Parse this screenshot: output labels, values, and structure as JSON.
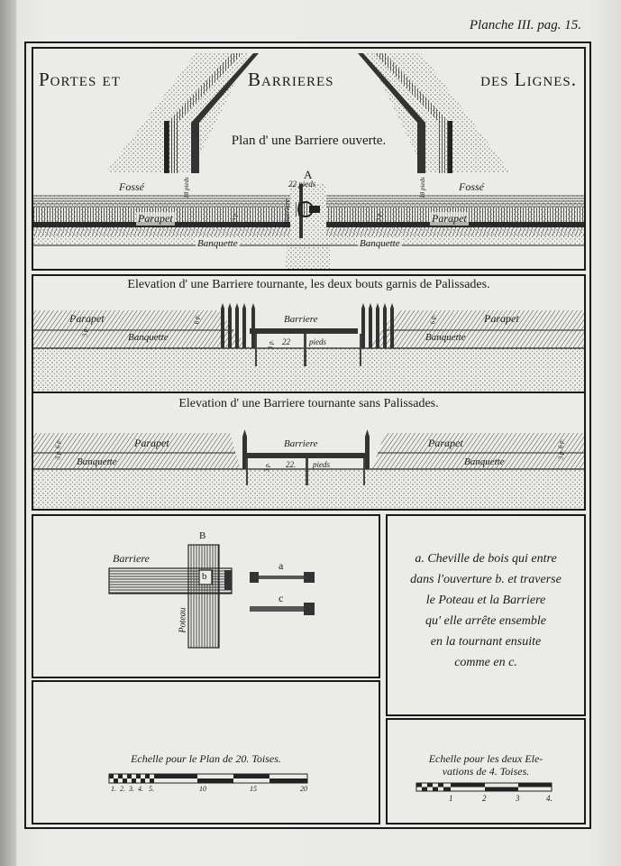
{
  "header": {
    "plate_ref": "Planche III. pag. 15."
  },
  "title": {
    "part1": "Portes et",
    "part2": "Barrieres",
    "part3": "des Lignes."
  },
  "panel1": {
    "subtitle": "Plan d' une Barriere ouverte.",
    "mark_a": "A",
    "width_label": "22 pieds",
    "labels": {
      "fosse_left": "Fossé",
      "fosse_right": "Fossé",
      "parapet_left": "Parapet",
      "parapet_right": "Parapet",
      "banquette_left": "Banquette",
      "banquette_right": "Banquette",
      "barriere_vertical": "Barriere",
      "dim_left": "18 pieds",
      "dim_right": "18 pieds",
      "small_left": "3 p.",
      "small_right": "3 p."
    }
  },
  "panel2": {
    "title": "Elevation d' une Barriere tournante, les deux bouts garnis de Palissades.",
    "labels": {
      "parapet_left": "Parapet",
      "parapet_right": "Parapet",
      "banquette_left": "Banquette",
      "banquette_right": "Banquette",
      "barriere": "Barriere",
      "n22": "22",
      "pieds": "pieds",
      "dim_left_a": "3 p.",
      "dim_left_b": "6 p.",
      "dim_right": "6 p.",
      "small_left": "3 p."
    }
  },
  "panel3": {
    "title": "Elevation d' une Barriere tournante sans Palissades.",
    "labels": {
      "parapet_left": "Parapet",
      "parapet_right": "Parapet",
      "banquette_left": "Banquette",
      "banquette_right": "Banquette",
      "barriere": "Barriere",
      "n22": "22.",
      "pieds": "pieds",
      "dim_left": "3 p. 6 p.",
      "dim_right": "3 p. 6 p.",
      "small": "3 p."
    }
  },
  "panel4": {
    "mark_b": "B",
    "barriere_label": "Barriere",
    "poteau_label": "Poteau",
    "b_box": "b",
    "a_label": "a",
    "c_label": "c"
  },
  "legend": {
    "lines": [
      "a. Cheville de bois qui entre",
      "dans l'ouverture b. et traverse",
      "le Poteau et la Barriere",
      "qu' elle arrête ensemble",
      "en la tournant ensuite",
      "comme en c."
    ]
  },
  "scale1": {
    "title": "Echelle pour le Plan de 20. Toises.",
    "ticks": [
      "1.",
      "2.",
      "3.",
      "4.",
      "5.",
      "10",
      "15",
      "20"
    ]
  },
  "scale2": {
    "title_line1": "Echelle pour les deux Ele-",
    "title_line2": "vations de 4. Toises.",
    "ticks": [
      "1",
      "2",
      "3",
      "4."
    ]
  }
}
